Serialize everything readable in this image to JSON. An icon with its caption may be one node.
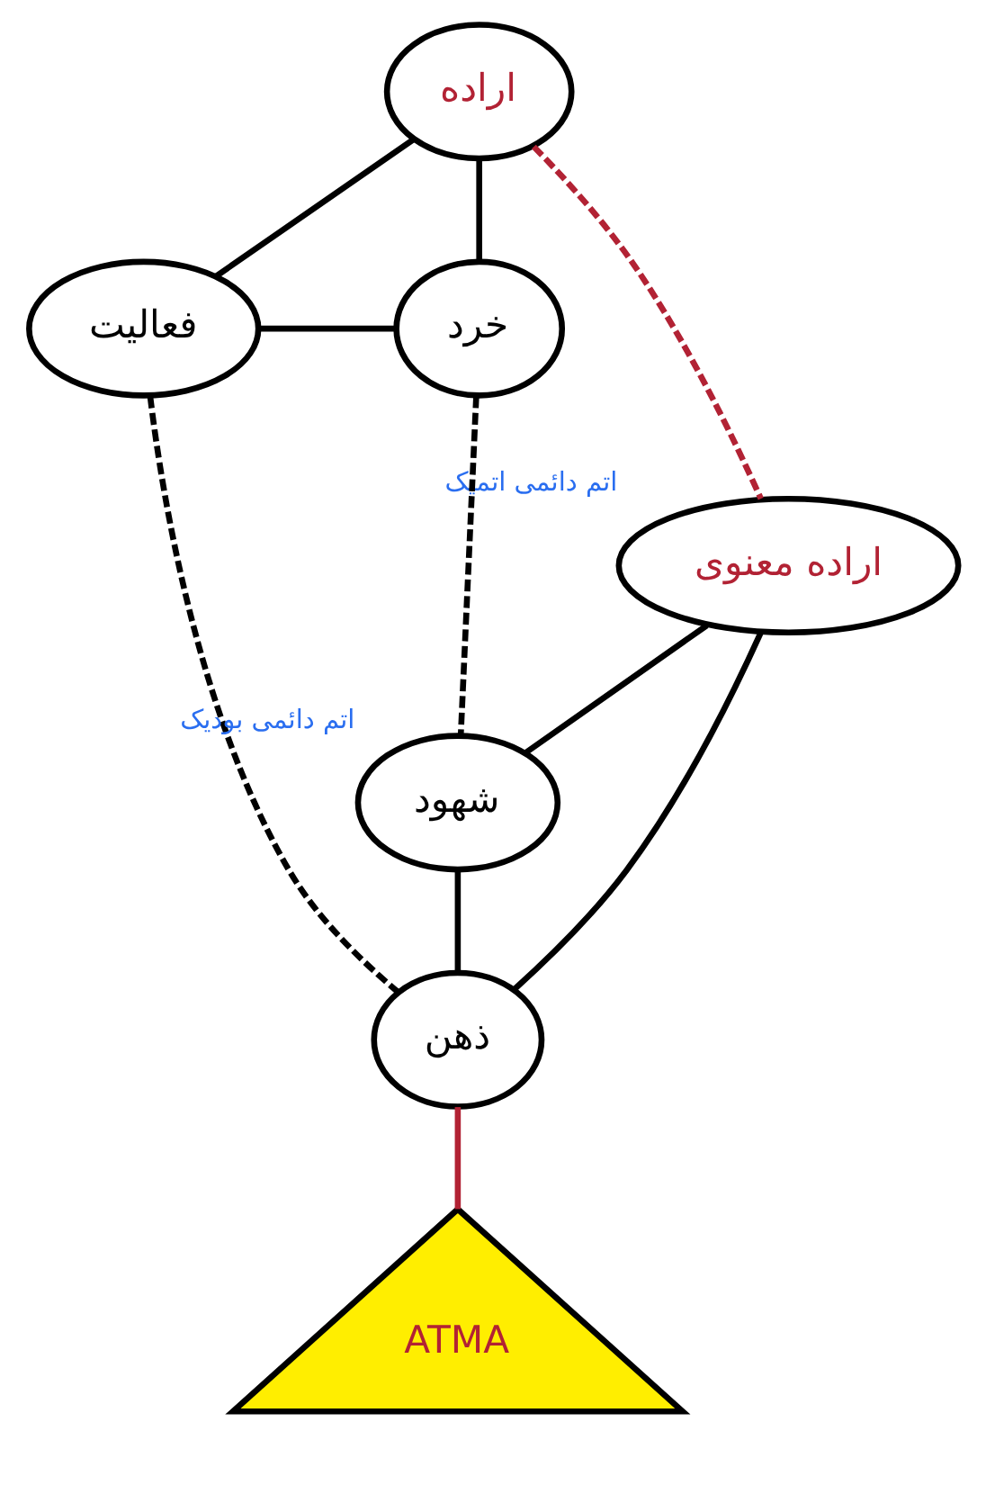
{
  "diagram": {
    "nodes": [
      {
        "text": [
          "اراده"
        ]
      },
      {
        "text": [
          "فعالیت"
        ]
      },
      {
        "text": [
          "خرد"
        ]
      },
      {
        "text": [
          "اراده معنوی"
        ],
        "beside": [
          "اتم دائمی اتمیک"
        ]
      },
      {
        "text": [
          "شهود"
        ],
        "beside": [
          "اتم دائمی بودیک"
        ]
      },
      {
        "text": [
          "ذهن"
        ]
      },
      {
        "text": [
          "ATMA"
        ]
      }
    ],
    "edges": [
      {
        "from": 0,
        "to": 1,
        "arrow": "none"
      },
      {
        "from": 0,
        "to": 2,
        "arrow": "none"
      },
      {
        "from": 1,
        "to": 2,
        "arrow": "none"
      },
      {
        "from": 0,
        "to": 3,
        "arrow": "none",
        "style": "dashed",
        "color": "#b22234"
      },
      {
        "from": 1,
        "to": 5,
        "arrow": "none",
        "style": "dashed"
      },
      {
        "from": 2,
        "to": 4,
        "arrow": "none",
        "style": "dashed"
      },
      {
        "from": 3,
        "to": 4,
        "arrow": "none"
      },
      {
        "from": 3,
        "to": 5,
        "arrow": "none"
      },
      {
        "from": 4,
        "to": 5,
        "arrow": "none"
      },
      {
        "from": 5,
        "to": 6,
        "arrow": "none",
        "color": "#b22234"
      }
    ]
  }
}
